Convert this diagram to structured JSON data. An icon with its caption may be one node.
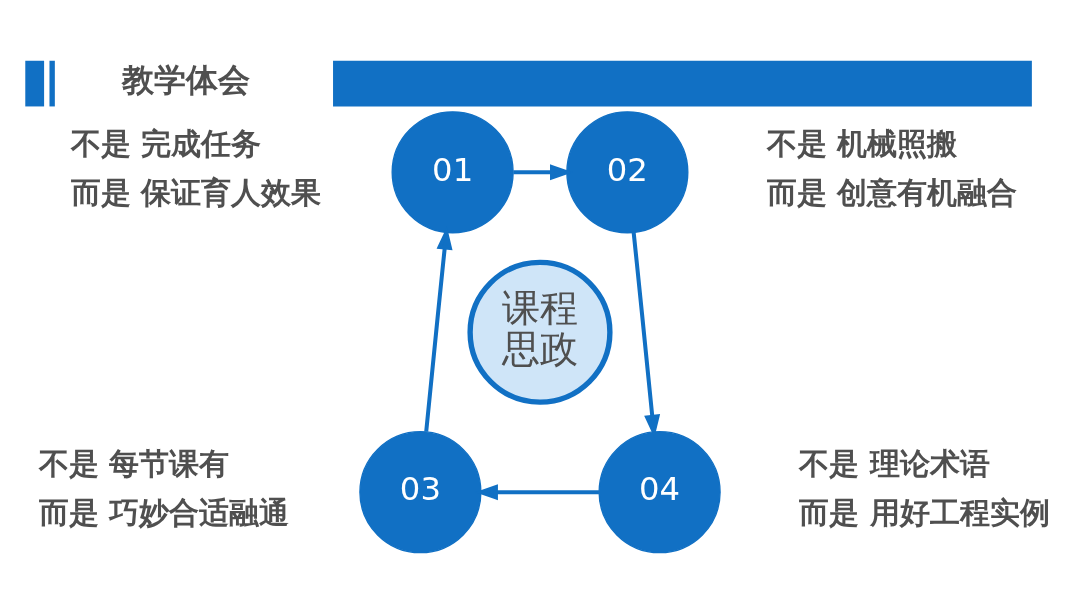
{
  "diagram": {
    "title": "教学体会",
    "nodes": [
      {
        "text": [
          "01"
        ],
        "beside": [
          "不是 完成任务",
          "而是 保证育人效果"
        ]
      },
      {
        "text": [
          "02"
        ],
        "beside": [
          "不是 机械照搬",
          "而是 创意有机融合"
        ]
      },
      {
        "text": [
          "课程思政"
        ]
      },
      {
        "text": [
          "03"
        ],
        "beside": [
          "不是 每节课有",
          "而是 巧妙合适融通"
        ]
      },
      {
        "text": [
          "04"
        ],
        "beside": [
          "不是 理论术语",
          "而是 用好工程实例"
        ]
      }
    ],
    "edges": [
      {
        "from": 0,
        "to": 1,
        "arrow": "to"
      },
      {
        "from": 1,
        "to": 4,
        "arrow": "to"
      },
      {
        "from": 4,
        "to": 3,
        "arrow": "to"
      },
      {
        "from": 3,
        "to": 0,
        "arrow": "to"
      }
    ]
  }
}
